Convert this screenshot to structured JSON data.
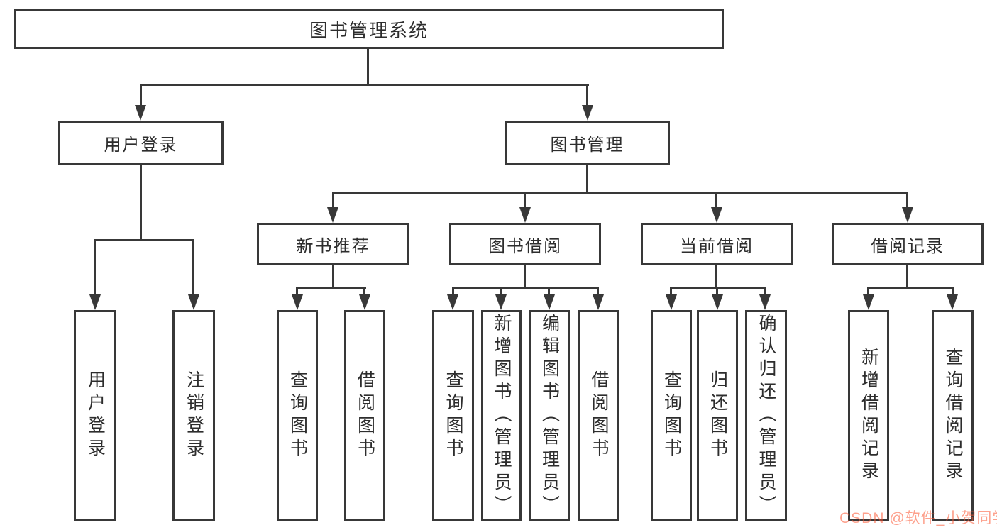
{
  "diagram": {
    "root": {
      "label": "图书管理系统"
    },
    "branches": [
      {
        "label": "用户登录",
        "children": [
          {
            "label": "用户登录"
          },
          {
            "label": "注销登录"
          }
        ]
      },
      {
        "label": "图书管理",
        "groups": [
          {
            "label": "新书推荐",
            "children": [
              {
                "label": "查询图书"
              },
              {
                "label": "借阅图书"
              }
            ]
          },
          {
            "label": "图书借阅",
            "children": [
              {
                "label": "查询图书"
              },
              {
                "label": "新增图书（管理员）"
              },
              {
                "label": "编辑图书（管理员）"
              },
              {
                "label": "借阅图书"
              }
            ]
          },
          {
            "label": "当前借阅",
            "children": [
              {
                "label": "查询图书"
              },
              {
                "label": "归还图书"
              },
              {
                "label": "确认归还（管理员）"
              }
            ]
          },
          {
            "label": "借阅记录",
            "children": [
              {
                "label": "新增借阅记录"
              },
              {
                "label": "查询借阅记录"
              }
            ]
          }
        ]
      }
    ]
  },
  "watermark": {
    "text": "CSDN @软件_小贺同学"
  },
  "colors": {
    "line": "#383838",
    "text": "#2d2d2d",
    "background": "#ffffff",
    "watermark": "#fc5531"
  }
}
